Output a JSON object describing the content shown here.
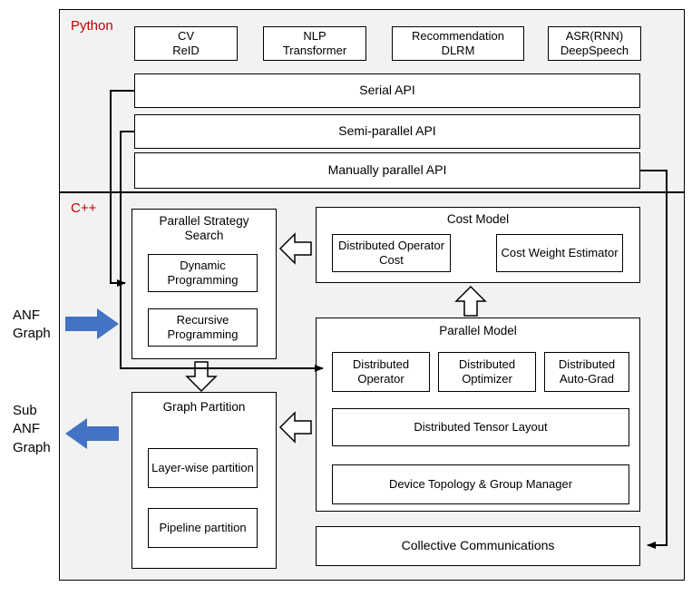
{
  "colors": {
    "section_label_red": "#c00000",
    "flow_arrow_blue": "#4472c4",
    "box_border": "#000000"
  },
  "python_section": {
    "label": "Python",
    "apps": [
      {
        "name": "CV\nReID"
      },
      {
        "name": "NLP\nTransformer"
      },
      {
        "name": "Recommendation\nDLRM"
      },
      {
        "name": "ASR(RNN)\nDeepSpeech"
      }
    ],
    "apis": [
      {
        "name": "Serial API"
      },
      {
        "name": "Semi-parallel API"
      },
      {
        "name": "Manually parallel API"
      }
    ]
  },
  "cpp_section": {
    "label": "C++",
    "parallel_strategy_search": {
      "title": "Parallel Strategy Search",
      "items": [
        {
          "name": "Dynamic Programming"
        },
        {
          "name": "Recursive Programming"
        }
      ]
    },
    "cost_model": {
      "title": "Cost Model",
      "items": [
        {
          "name": "Distributed Operator Cost"
        },
        {
          "name": "Cost Weight Estimator"
        }
      ]
    },
    "parallel_model": {
      "title": "Parallel Model",
      "row_items": [
        {
          "name": "Distributed Operator"
        },
        {
          "name": "Distributed Optimizer"
        },
        {
          "name": "Distributed Auto-Grad"
        }
      ],
      "wide_items": [
        {
          "name": "Distributed Tensor Layout"
        },
        {
          "name": "Device Topology & Group Manager"
        }
      ]
    },
    "graph_partition": {
      "title": "Graph Partition",
      "items": [
        {
          "name": "Layer-wise partition"
        },
        {
          "name": "Pipeline partition"
        }
      ]
    },
    "collective_communications": "Collective Communications"
  },
  "side_labels": {
    "input": "ANF\nGraph",
    "output": "Sub\nANF\nGraph"
  }
}
